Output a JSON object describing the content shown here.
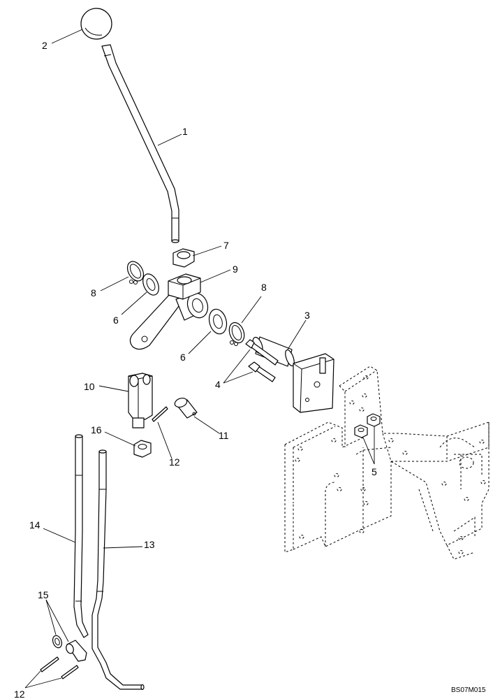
{
  "callouts": {
    "c1": "1",
    "c2": "2",
    "c3": "3",
    "c4": "4",
    "c5": "5",
    "c6a": "6",
    "c6b": "6",
    "c7": "7",
    "c8a": "8",
    "c8b": "8",
    "c9": "9",
    "c10": "10",
    "c11": "11",
    "c12a": "12",
    "c12b": "12",
    "c13": "13",
    "c14": "14",
    "c15": "15",
    "c16": "16"
  },
  "drawing_code": "BS07M015"
}
